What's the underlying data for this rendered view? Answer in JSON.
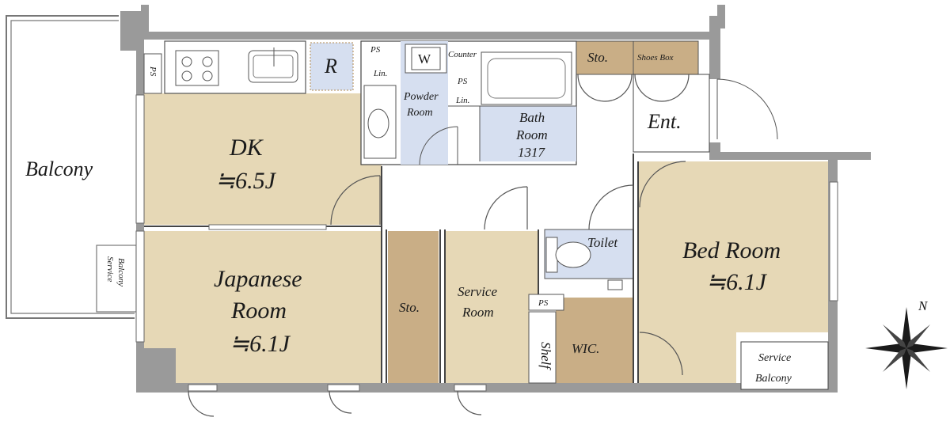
{
  "colors": {
    "wall": "#9a9a9a",
    "wall_dark": "#7f7f7f",
    "room_tan": "#e6d8b6",
    "storage_brown": "#c9ae86",
    "wet_blue": "#d6dff0",
    "line": "#3a3a3a"
  },
  "rooms": {
    "balcony": "Balcony",
    "dk_name": "DK",
    "dk_size": "≒6.5J",
    "japanese_name_1": "Japanese",
    "japanese_name_2": "Room",
    "japanese_size": "≒6.1J",
    "storage_mid": "Sto.",
    "service_room_1": "Service",
    "service_room_2": "Room",
    "wic": "WIC.",
    "shelf": "Shelf",
    "toilet": "Toilet",
    "bedroom_name": "Bed Room",
    "bedroom_size": "≒6.1J",
    "powder_1": "Powder",
    "powder_2": "Room",
    "bath_1": "Bath",
    "bath_2": "Room",
    "bath_3": "1317",
    "entrance": "Ent.",
    "storage_top": "Sto.",
    "shoes_box": "Shoes Box",
    "counter": "Counter",
    "washer": "W",
    "fridge": "R",
    "ps_1": "PS",
    "ps_2": "PS",
    "ps_3": "PS",
    "ps_4": "PS",
    "lin_1": "Lin.",
    "lin_2": "Lin.",
    "service_balcony_left_1": "Service",
    "service_balcony_left_2": "Balcony",
    "service_balcony_right_1": "Service",
    "service_balcony_right_2": "Balcony",
    "compass": "N"
  }
}
